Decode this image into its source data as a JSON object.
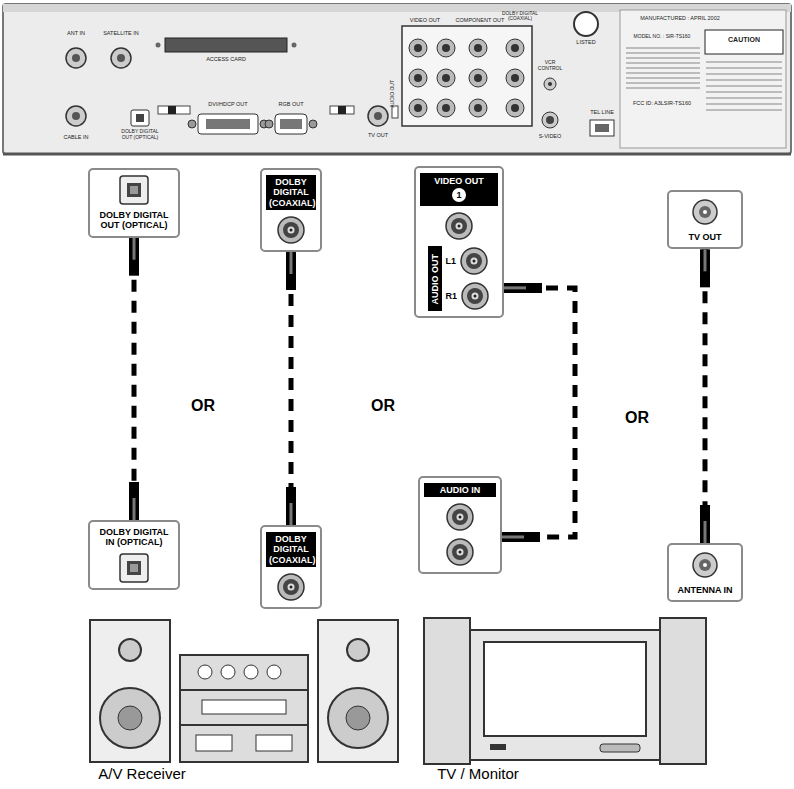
{
  "diagram": {
    "nodes": [
      {
        "text": [
          "DOLBY DIGITAL OUT (OPTICAL)"
        ]
      },
      {
        "text": [
          "DOLBY DIGITAL (COAXIAL)"
        ]
      },
      {
        "text": [
          "VIDEO OUT",
          "1",
          "AUDIO OUT",
          "L1",
          "R1"
        ]
      },
      {
        "text": [
          "TV OUT"
        ]
      },
      {
        "text": [
          "DOLBY DIGITAL IN (OPTICAL)"
        ]
      },
      {
        "text": [
          "DOLBY DIGITAL (COAXIAL)"
        ]
      },
      {
        "text": [
          "AUDIO IN"
        ]
      },
      {
        "text": [
          "ANTENNA IN"
        ]
      }
    ],
    "edges": [
      {
        "from": 0,
        "to": 4,
        "arrow": "none"
      },
      {
        "from": 1,
        "to": 5,
        "arrow": "none"
      },
      {
        "from": 2,
        "to": 6,
        "arrow": "none"
      },
      {
        "from": 3,
        "to": 7,
        "arrow": "none"
      }
    ],
    "labels": [
      "ANT IN",
      "SATELLITE IN",
      "CABLE IN",
      "ACCESS CARD",
      "DOLBY DIGITAL OUT (OPTICAL)",
      "DVI/HDCP OUT",
      "RGB OUT",
      "TV OUT",
      "VIDEO OUT",
      "COMPONENT OUT",
      "DOLBY DIGITAL (COAXIAL)",
      "AUDIO OUT",
      "VCR CONTROL",
      "S-VIDEO",
      "TEL LINE",
      "LISTED",
      "MANUFACTURED : APRIL 2002",
      "MODEL NO. : SIR-TS160",
      "CAUTION",
      "FCC ID: A3LSIR-TS160",
      "OR",
      "OR",
      "OR",
      "A/V Receiver",
      "TV / Monitor"
    ]
  }
}
